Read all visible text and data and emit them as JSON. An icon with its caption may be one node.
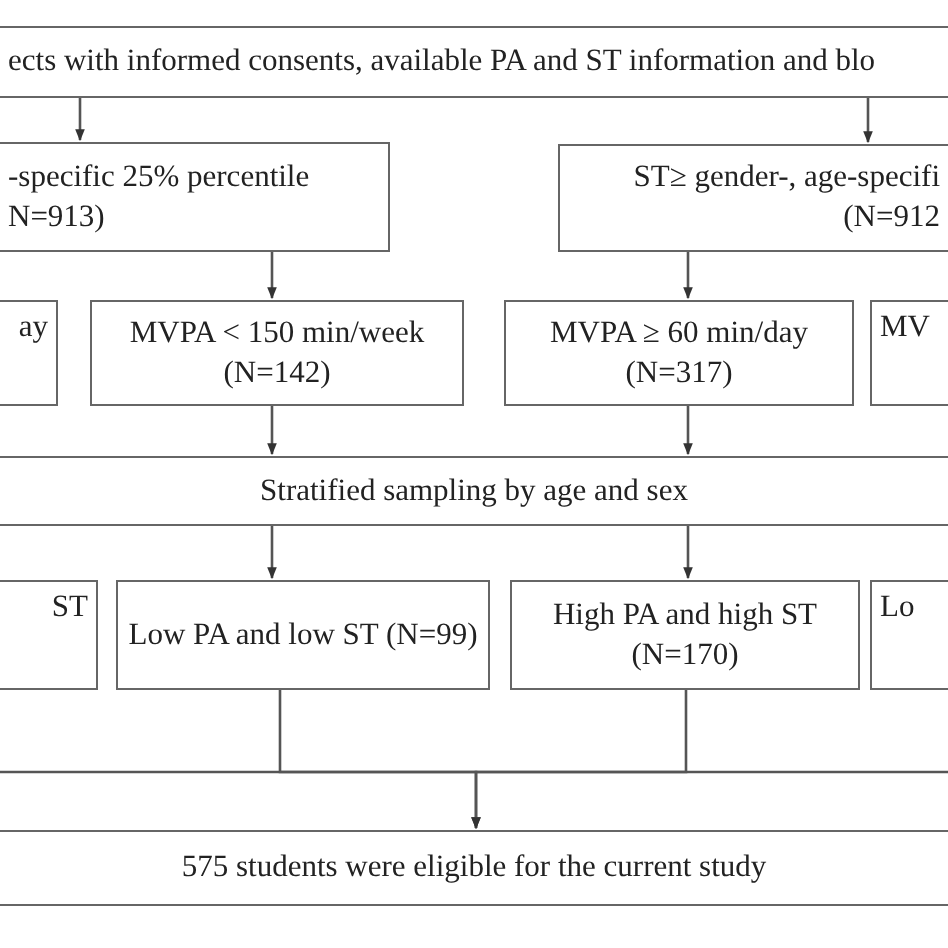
{
  "diagram": {
    "nodes": [
      {
        "text": [
          "ects with informed consents, available PA and ST information and blo"
        ]
      },
      {
        "text": [
          "-specific 25% percentile N=913)"
        ]
      },
      {
        "text": [
          "ST≥ gender-, age-specifi (N=912"
        ]
      },
      {
        "text": [
          "ay"
        ]
      },
      {
        "text": [
          "MVPA < 150 min/week (N=142)"
        ]
      },
      {
        "text": [
          "MVPA ≥ 60 min/day (N=317)"
        ]
      },
      {
        "text": [
          "MV"
        ]
      },
      {
        "text": [
          "Stratified sampling by age and sex"
        ]
      },
      {
        "text": [
          "ST"
        ]
      },
      {
        "text": [
          "Low PA and low ST (N=99)"
        ]
      },
      {
        "text": [
          "High PA and high ST (N=170)"
        ]
      },
      {
        "text": [
          "Lo"
        ]
      },
      {
        "text": [
          "575 students were eligible for the current study"
        ]
      }
    ],
    "edges": [
      {
        "from": 0,
        "to": 1,
        "arrow": "to"
      },
      {
        "from": 0,
        "to": 2,
        "arrow": "to"
      },
      {
        "from": 1,
        "to": 4,
        "arrow": "to"
      },
      {
        "from": 2,
        "to": 5,
        "arrow": "to"
      },
      {
        "from": 4,
        "to": 7,
        "arrow": "to"
      },
      {
        "from": 5,
        "to": 7,
        "arrow": "to"
      },
      {
        "from": 7,
        "to": 9,
        "arrow": "to"
      },
      {
        "from": 7,
        "to": 10,
        "arrow": "to"
      },
      {
        "from": 9,
        "to": 12,
        "arrow": "to"
      },
      {
        "from": 10,
        "to": 12,
        "arrow": "to"
      }
    ]
  }
}
